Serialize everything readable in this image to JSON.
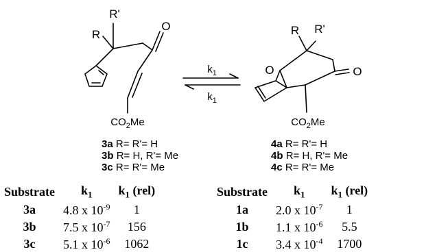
{
  "scheme": {
    "reactant": {
      "substituent_r": "R",
      "substituent_r_prime": "R'",
      "carbonyl_o": "O",
      "ester": "CO2Me"
    },
    "product": {
      "substituent_r": "R",
      "substituent_r_prime": "R'",
      "bridge_o": "O",
      "carbonyl_o": "O",
      "ester": "CO2Me"
    },
    "forward_rate": "k1",
    "reverse_rate": "k1"
  },
  "compound_labels": {
    "left": [
      {
        "id": "3a",
        "text": "R= R'= H"
      },
      {
        "id": "3b",
        "text": "R= H, R'= Me"
      },
      {
        "id": "3c",
        "text": "R= R'= Me"
      }
    ],
    "right": [
      {
        "id": "4a",
        "text": "R= R'= H"
      },
      {
        "id": "4b",
        "text": "R= H, R'= Me"
      },
      {
        "id": "4c",
        "text": "R= R'= Me"
      }
    ]
  },
  "tables": [
    {
      "headers": [
        "Substrate",
        "k1",
        "k1 (rel)"
      ],
      "rows": [
        {
          "substrate": "3a",
          "k_mantissa": "4.8",
          "k_exponent": "-9",
          "k_rel": "1"
        },
        {
          "substrate": "3b",
          "k_mantissa": "7.5",
          "k_exponent": "-7",
          "k_rel": "156"
        },
        {
          "substrate": "3c",
          "k_mantissa": "5.1",
          "k_exponent": "-6",
          "k_rel": "1062"
        }
      ]
    },
    {
      "headers": [
        "Substrate",
        "k1",
        "k1 (rel)"
      ],
      "rows": [
        {
          "substrate": "1a",
          "k_mantissa": "2.0",
          "k_exponent": "-7",
          "k_rel": "1"
        },
        {
          "substrate": "1b",
          "k_mantissa": "1.1",
          "k_exponent": "-6",
          "k_rel": "5.5"
        },
        {
          "substrate": "1c",
          "k_mantissa": "3.4",
          "k_exponent": "-4",
          "k_rel": "1700"
        }
      ]
    }
  ]
}
